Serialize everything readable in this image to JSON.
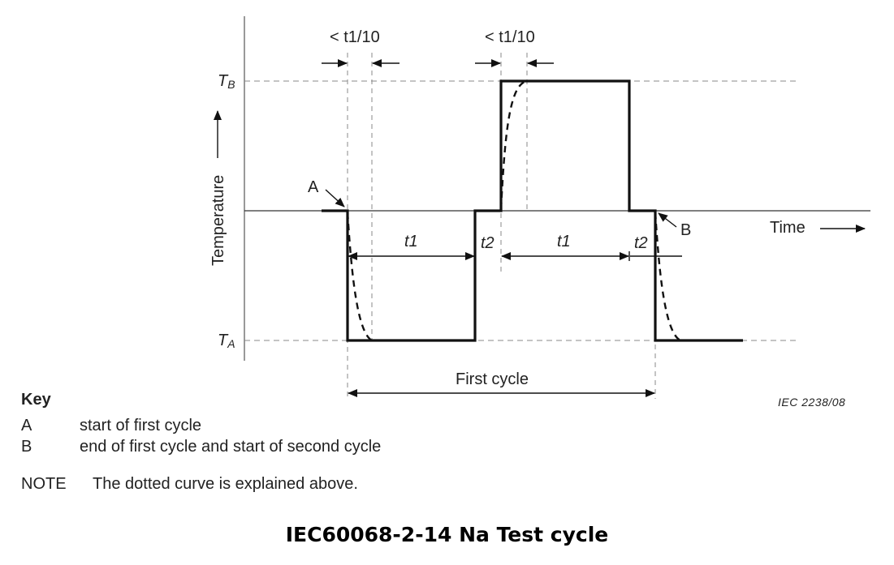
{
  "labels": {
    "t_lt_1": "< t1/10",
    "t_lt_2": "< t1/10",
    "tb_main": "T",
    "tb_sub": "B",
    "ta_main": "T",
    "ta_sub": "A",
    "temperature": "Temperature",
    "time": "Time",
    "point_a": "A",
    "point_b": "B",
    "t1_a": "t1",
    "t2_a": "t2",
    "t1_b": "t1",
    "t2_b": "t2",
    "first_cycle": "First cycle"
  },
  "key": {
    "title": "Key",
    "items": [
      {
        "letter": "A",
        "text": "start of first cycle"
      },
      {
        "letter": "B",
        "text": "end of first cycle and start of second cycle"
      }
    ]
  },
  "note": {
    "tag": "NOTE",
    "text": "The dotted curve is explained above."
  },
  "iec_ref": "IEC   2238/08",
  "caption": "IEC60068-2-14 Na Test cycle",
  "colors": {
    "line": "#111111",
    "dashed": "#888888"
  }
}
